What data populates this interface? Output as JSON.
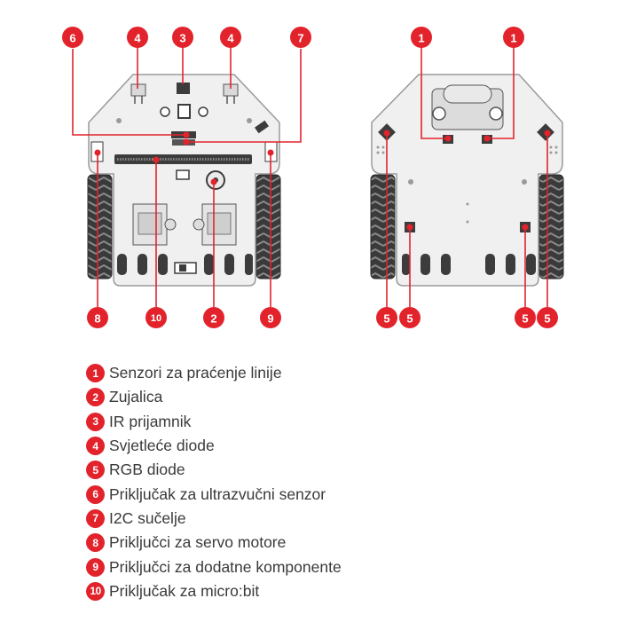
{
  "callouts": {
    "front": {
      "top": [
        "6",
        "4",
        "3",
        "4",
        "7"
      ],
      "bottom": [
        "8",
        "10",
        "2",
        "9"
      ]
    },
    "back": {
      "top": [
        "1",
        "1"
      ],
      "bottom": [
        "5",
        "5",
        "5",
        "5"
      ]
    }
  },
  "legend": [
    {
      "number": "1",
      "label": "Senzori za praćenje linije"
    },
    {
      "number": "2",
      "label": "Zujalica"
    },
    {
      "number": "3",
      "label": "IR prijamnik"
    },
    {
      "number": "4",
      "label": "Svjetleće diode"
    },
    {
      "number": "5",
      "label": "RGB diode"
    },
    {
      "number": "6",
      "label": "Priključak za ultrazvučni senzor"
    },
    {
      "number": "7",
      "label": "I2C sučelje"
    },
    {
      "number": "8",
      "label": "Priključci za servo motore"
    },
    {
      "number": "9",
      "label": "Priključci za dodatne komponente"
    },
    {
      "number": "10",
      "label": "Priključak za micro:bit"
    }
  ],
  "colors": {
    "accent": "#e3232c",
    "board": "#f0f0f0",
    "outline": "#9a9a9a",
    "dark": "#3c3c3c",
    "text": "#3a3a3a"
  }
}
